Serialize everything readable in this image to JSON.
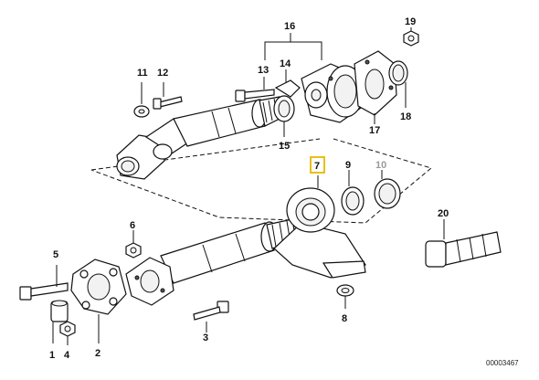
{
  "callouts": [
    {
      "id": "1",
      "text": "1",
      "highlight": false,
      "faint": false
    },
    {
      "id": "2",
      "text": "2",
      "highlight": false,
      "faint": false
    },
    {
      "id": "3",
      "text": "3",
      "highlight": false,
      "faint": false
    },
    {
      "id": "4",
      "text": "4",
      "highlight": false,
      "faint": false
    },
    {
      "id": "5",
      "text": "5",
      "highlight": false,
      "faint": false
    },
    {
      "id": "6",
      "text": "6",
      "highlight": false,
      "faint": false
    },
    {
      "id": "7",
      "text": "7",
      "highlight": true,
      "faint": false
    },
    {
      "id": "8",
      "text": "8",
      "highlight": false,
      "faint": false
    },
    {
      "id": "9",
      "text": "9",
      "highlight": false,
      "faint": false
    },
    {
      "id": "10",
      "text": "10",
      "highlight": false,
      "faint": true
    },
    {
      "id": "11",
      "text": "11",
      "highlight": false,
      "faint": false
    },
    {
      "id": "12",
      "text": "12",
      "highlight": false,
      "faint": false
    },
    {
      "id": "13",
      "text": "13",
      "highlight": false,
      "faint": false
    },
    {
      "id": "14",
      "text": "14",
      "highlight": false,
      "faint": false
    },
    {
      "id": "15",
      "text": "15",
      "highlight": false,
      "faint": false
    },
    {
      "id": "16",
      "text": "16",
      "highlight": false,
      "faint": false
    },
    {
      "id": "17",
      "text": "17",
      "highlight": false,
      "faint": false
    },
    {
      "id": "18",
      "text": "18",
      "highlight": false,
      "faint": false
    },
    {
      "id": "19",
      "text": "19",
      "highlight": false,
      "faint": false
    },
    {
      "id": "20",
      "text": "20",
      "highlight": false,
      "faint": false
    }
  ],
  "diagram_code": "00003467",
  "colors": {
    "line": "#111111",
    "highlight": "#e8b800",
    "faint_label": "#9a9a9a"
  }
}
